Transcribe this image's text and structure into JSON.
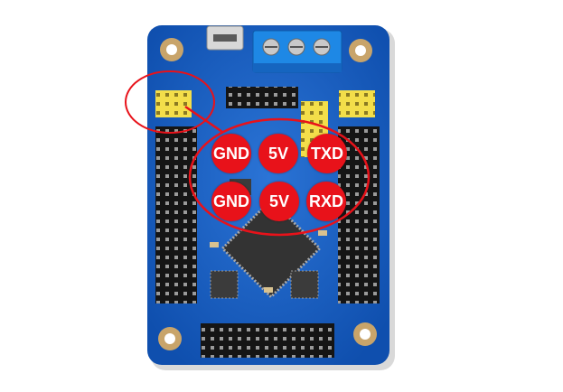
{
  "pins_top": [
    {
      "label": "GND"
    },
    {
      "label": "5V"
    },
    {
      "label": "TXD"
    }
  ],
  "pins_bottom": [
    {
      "label": "GND"
    },
    {
      "label": "5V"
    },
    {
      "label": "RXD"
    }
  ],
  "colors": {
    "board": "#1565c8",
    "badge": "#e8121a",
    "highlight": "#e8121a",
    "terminal": "#1e88e5",
    "header": "#f6e25a"
  }
}
